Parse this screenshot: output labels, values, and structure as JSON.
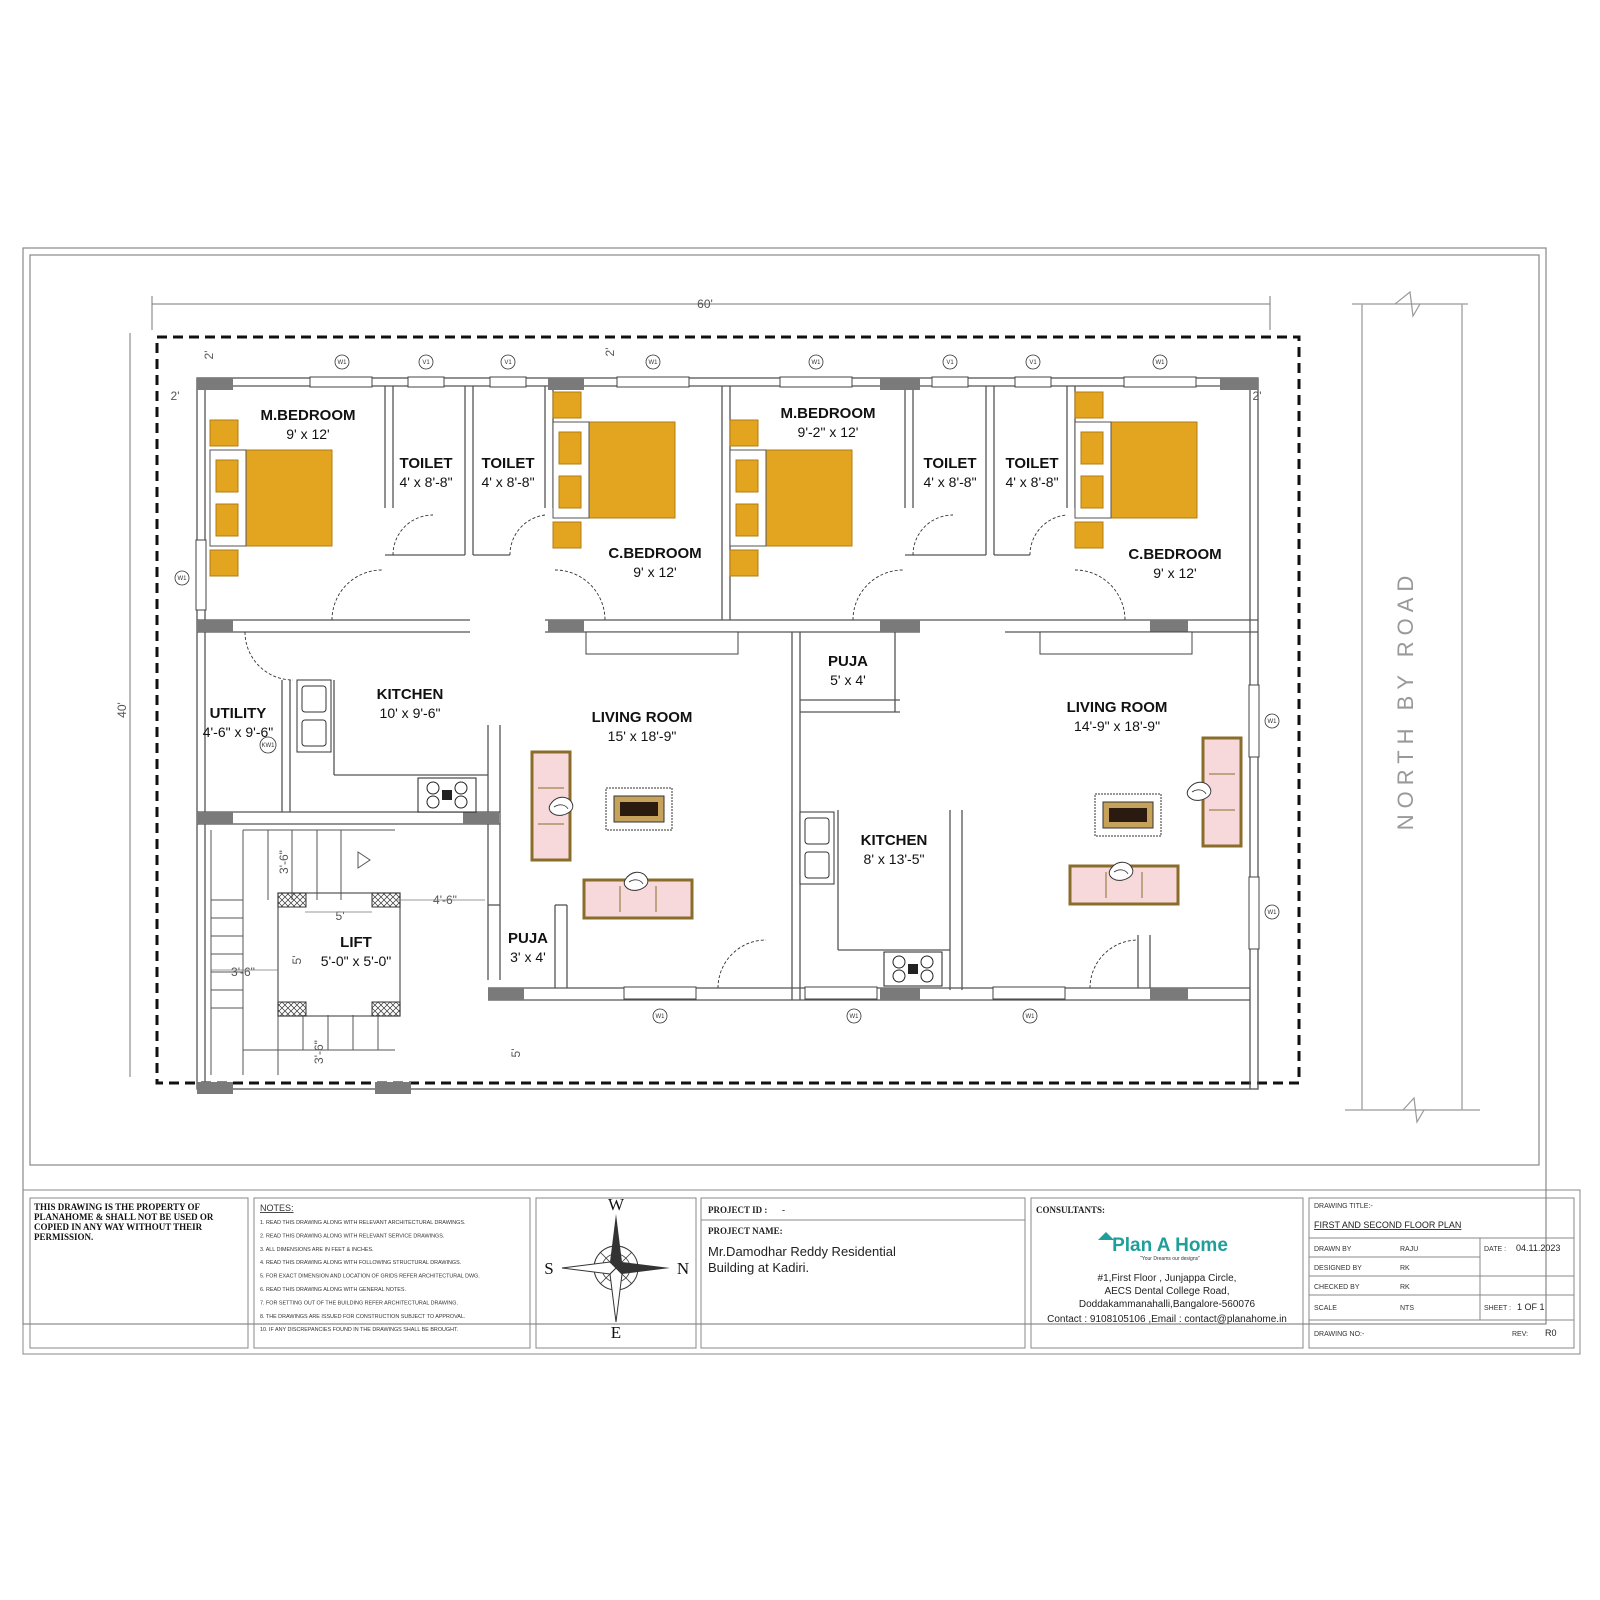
{
  "plan": {
    "dims": {
      "width": "60'",
      "depth": "40'",
      "setback": "2'",
      "front": "5'"
    },
    "rooms": {
      "mbed1_name": "M.BEDROOM",
      "mbed1_size": "9' x 12'",
      "toilet1_name": "TOILET",
      "toilet1_size": "4' x 8'-8\"",
      "toilet2_name": "TOILET",
      "toilet2_size": "4' x 8'-8\"",
      "cbed1_name": "C.BEDROOM",
      "cbed1_size": "9' x 12'",
      "mbed2_name": "M.BEDROOM",
      "mbed2_size": "9'-2\" x 12'",
      "toilet3_name": "TOILET",
      "toilet3_size": "4' x 8'-8\"",
      "toilet4_name": "TOILET",
      "toilet4_size": "4' x 8'-8\"",
      "cbed2_name": "C.BEDROOM",
      "cbed2_size": "9' x 12'",
      "utility_name": "UTILITY",
      "utility_size": "4'-6\" x 9'-6\"",
      "kitchen1_name": "KITCHEN",
      "kitchen1_size": "10' x 9'-6\"",
      "living1_name": "LIVING ROOM",
      "living1_size": "15' x 18'-9\"",
      "puja1_name": "PUJA",
      "puja1_size": "5' x 4'",
      "living2_name": "LIVING ROOM",
      "living2_size": "14'-9\" x 18'-9\"",
      "kitchen2_name": "KITCHEN",
      "kitchen2_size": "8' x 13'-5\"",
      "lift_name": "LIFT",
      "lift_size": "5'-0\" x 5'-0\"",
      "puja2_name": "PUJA",
      "puja2_size": "3' x 4'"
    },
    "stair_dims": {
      "a": "3'-6\"",
      "b": "5'",
      "c": "4'-6\"",
      "d": "5'",
      "e": "3'-6\"",
      "f": "3'-6\""
    },
    "tags": {
      "w1": "W1",
      "v1": "V1",
      "kw1": "KW1"
    },
    "north_label": "NORTH BY ROAD"
  },
  "titleblock": {
    "property_note": "THIS DRAWING IS THE PROPERTY OF PLANAHOME & SHALL NOT BE USED OR COPIED IN ANY WAY WITHOUT THEIR PERMISSION.",
    "notes_title": "NOTES:",
    "notes": [
      "1. READ THIS DRAWING ALONG WITH RELEVANT ARCHITECTURAL DRAWINGS.",
      "2. READ THIS DRAWING ALONG WITH RELEVANT SERVICE DRAWINGS.",
      "3. ALL DIMENSIONS ARE IN FEET & INCHES.",
      "4. READ THIS DRAWING ALONG WITH FOLLOWING STRUCTURAL DRAWINGS.",
      "5. FOR EXACT DIMENSION AND LOCATION OF GRIDS REFER ARCHITECTURAL DWG.",
      "6. READ THIS DRAWING ALONG WITH GENERAL NOTES.",
      "7. FOR SETTING OUT OF THE BUILDING REFER ARCHITECTURAL DRAWING.",
      "8. THE DRAWINGS ARE ISSUED FOR CONSTRUCTION SUBJECT TO APPROVAL.",
      "10. IF ANY DISCREPANCIES FOUND IN THE DRAWINGS SHALL BE BROUGHT."
    ],
    "compass": {
      "w": "W",
      "s": "S",
      "n": "N",
      "e": "E"
    },
    "project_id_label": "PROJECT ID :",
    "project_id_value": "-",
    "project_name_label": "PROJECT NAME:",
    "project_name_line1": "Mr.Damodhar Reddy Residential",
    "project_name_line2": "Building  at Kadiri.",
    "consultants_label": "CONSULTANTS:",
    "logo_text": "Plan A Home",
    "logo_tagline": "\"Your Dreams our designs\"",
    "address_line1": "#1,First Floor , Junjappa Circle,",
    "address_line2": "AECS Dental College Road,",
    "address_line3": "Doddakammanahalli,Bangalore-560076",
    "contact": "Contact : 9108105106 ,Email : contact@planahome.in",
    "drawing_title_label": "DRAWING TITLE:-",
    "drawing_title": "FIRST AND SECOND FLOOR PLAN",
    "drawn_by_label": "DRAWN BY",
    "drawn_by": "RAJU",
    "designed_by_label": "DESIGNED BY",
    "designed_by": "RK",
    "checked_by_label": "CHECKED BY",
    "checked_by": "RK",
    "scale_label": "SCALE",
    "scale": "NTS",
    "date_label": "DATE :",
    "date": "04.11.2023",
    "sheet_label": "SHEET :",
    "sheet": "1 OF 1",
    "drawing_no_label": "DRAWING NO:-",
    "rev_label": "REV:",
    "rev": "R0"
  },
  "colors": {
    "bed": "#e3a51f",
    "bed_dark": "#c98a12",
    "sofa": "#f7d9dc",
    "wall": "#7a7a7a",
    "logo": "#1f9e9a"
  }
}
